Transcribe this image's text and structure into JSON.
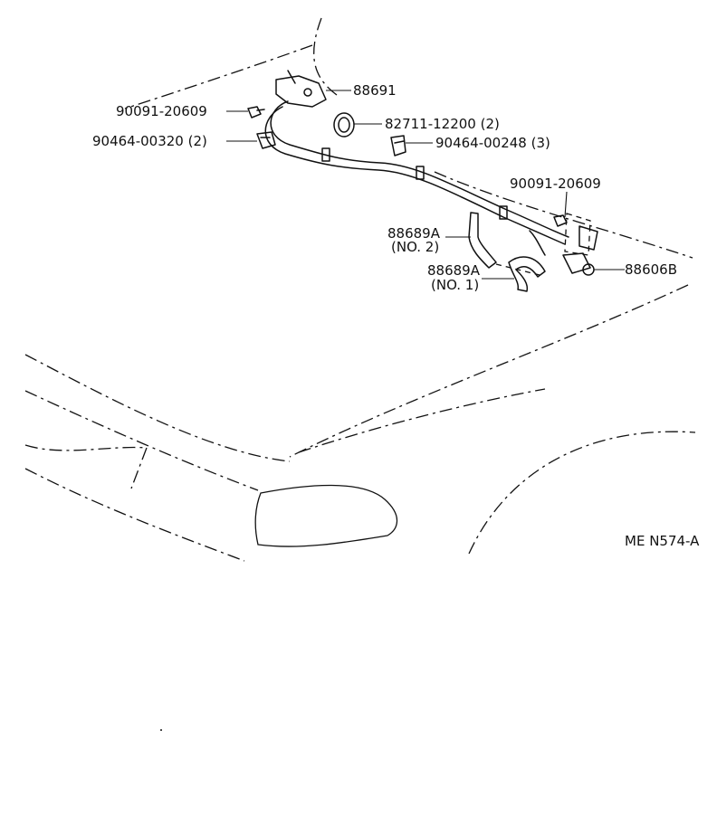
{
  "diagram": {
    "code": "ME N574-A",
    "parts": [
      {
        "id": "88691",
        "label": "88691"
      },
      {
        "id": "90091-20609-a",
        "label": "90091-20609"
      },
      {
        "id": "82711-12200",
        "label": "82711-12200 (2)"
      },
      {
        "id": "90464-00320",
        "label": "90464-00320 (2)"
      },
      {
        "id": "90464-00248",
        "label": "90464-00248 (3)"
      },
      {
        "id": "90091-20609-b",
        "label": "90091-20609"
      },
      {
        "id": "88689A-no2",
        "label": "88689A",
        "sublabel": "(NO. 2)"
      },
      {
        "id": "88689A-no1",
        "label": "88689A",
        "sublabel": "(NO. 1)"
      },
      {
        "id": "88606B",
        "label": "88606B"
      }
    ]
  }
}
